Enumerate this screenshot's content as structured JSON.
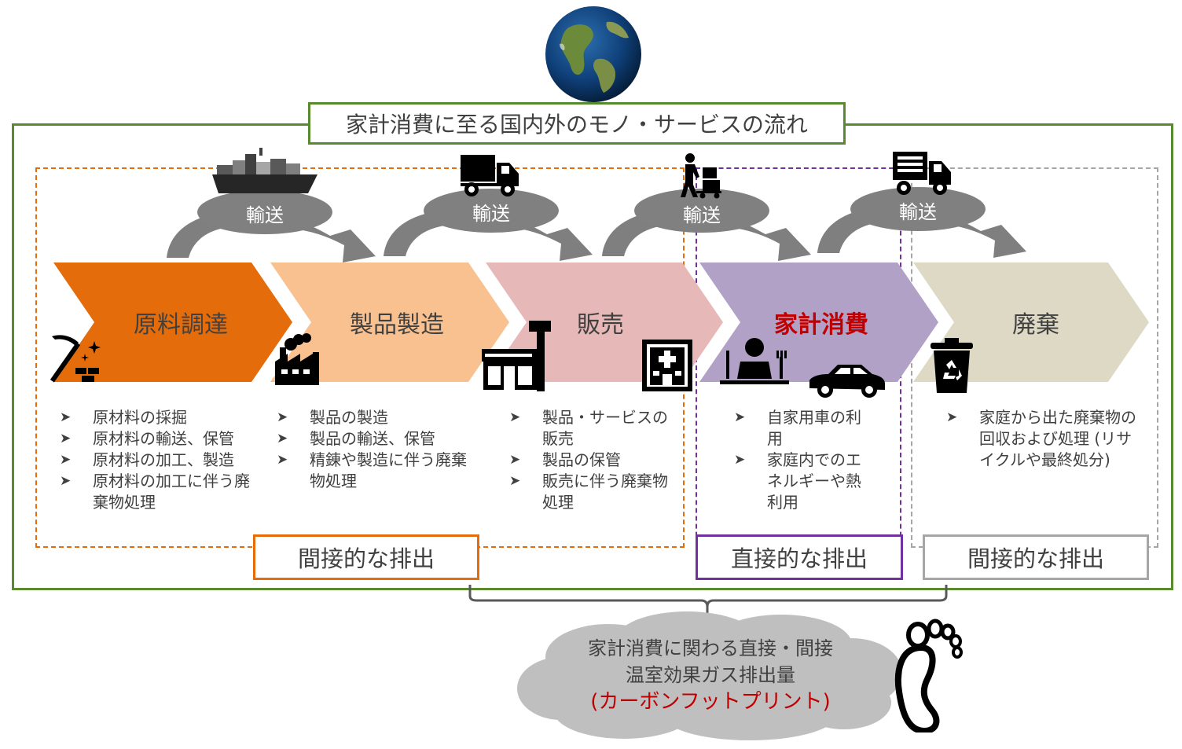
{
  "title": "家計消費に至る国内外のモノ・サービスの流れ",
  "transport": [
    {
      "label": "輸送",
      "icon": "cargo-ship-icon"
    },
    {
      "label": "輸送",
      "icon": "truck-icon"
    },
    {
      "label": "輸送",
      "icon": "hand-cart-icon"
    },
    {
      "label": "輸送",
      "icon": "delivery-truck-icon"
    }
  ],
  "stages": [
    {
      "label": "原料調達",
      "color": "#e46c0a",
      "icon": "mining-pickaxe-icon",
      "bullets": [
        "原材料の採掘",
        "原材料の輸送、保管",
        "原材料の加工、製造",
        "原材料の加工に伴う廃棄物処理"
      ]
    },
    {
      "label": "製品製造",
      "color": "#f9c090",
      "icon": "factory-icon",
      "bullets": [
        "製品の製造",
        "製品の輸送、保管",
        "精錬や製造に伴う廃棄物処理"
      ]
    },
    {
      "label": "販売",
      "color": "#e6b8b7",
      "icon": "convenience-store-icon",
      "bullets": [
        "製品・サービスの販売",
        "製品の保管",
        "販売に伴う廃棄物処理"
      ]
    },
    {
      "label": "家計消費",
      "color": "#b2a1c7",
      "icon": "consumer-car-icon",
      "highlight": true,
      "bullets": [
        "自家用車の利用",
        "家庭内でのエネルギーや熱利用"
      ]
    },
    {
      "label": "廃棄",
      "color": "#ddd9c4",
      "icon": "recycle-bin-icon",
      "bullets": [
        "家庭から出た廃棄物の回収および処理 (リサイクルや最終処分)"
      ]
    }
  ],
  "emissions": {
    "indirect_upstream": "間接的な排出",
    "direct": "直接的な排出",
    "indirect_downstream": "間接的な排出"
  },
  "footprint": {
    "line1": "家計消費に関わる直接・間接",
    "line2": "温室効果ガス排出量",
    "line3": "(カーボンフットプリント)"
  },
  "colors": {
    "outer_frame": "#5a8a2f",
    "upstream_dash": "#e46c0a",
    "consumption_dash": "#7030a0",
    "disposal_dash": "#a6a6a6",
    "ellipse": "#808080",
    "highlight_text": "#c00000"
  }
}
